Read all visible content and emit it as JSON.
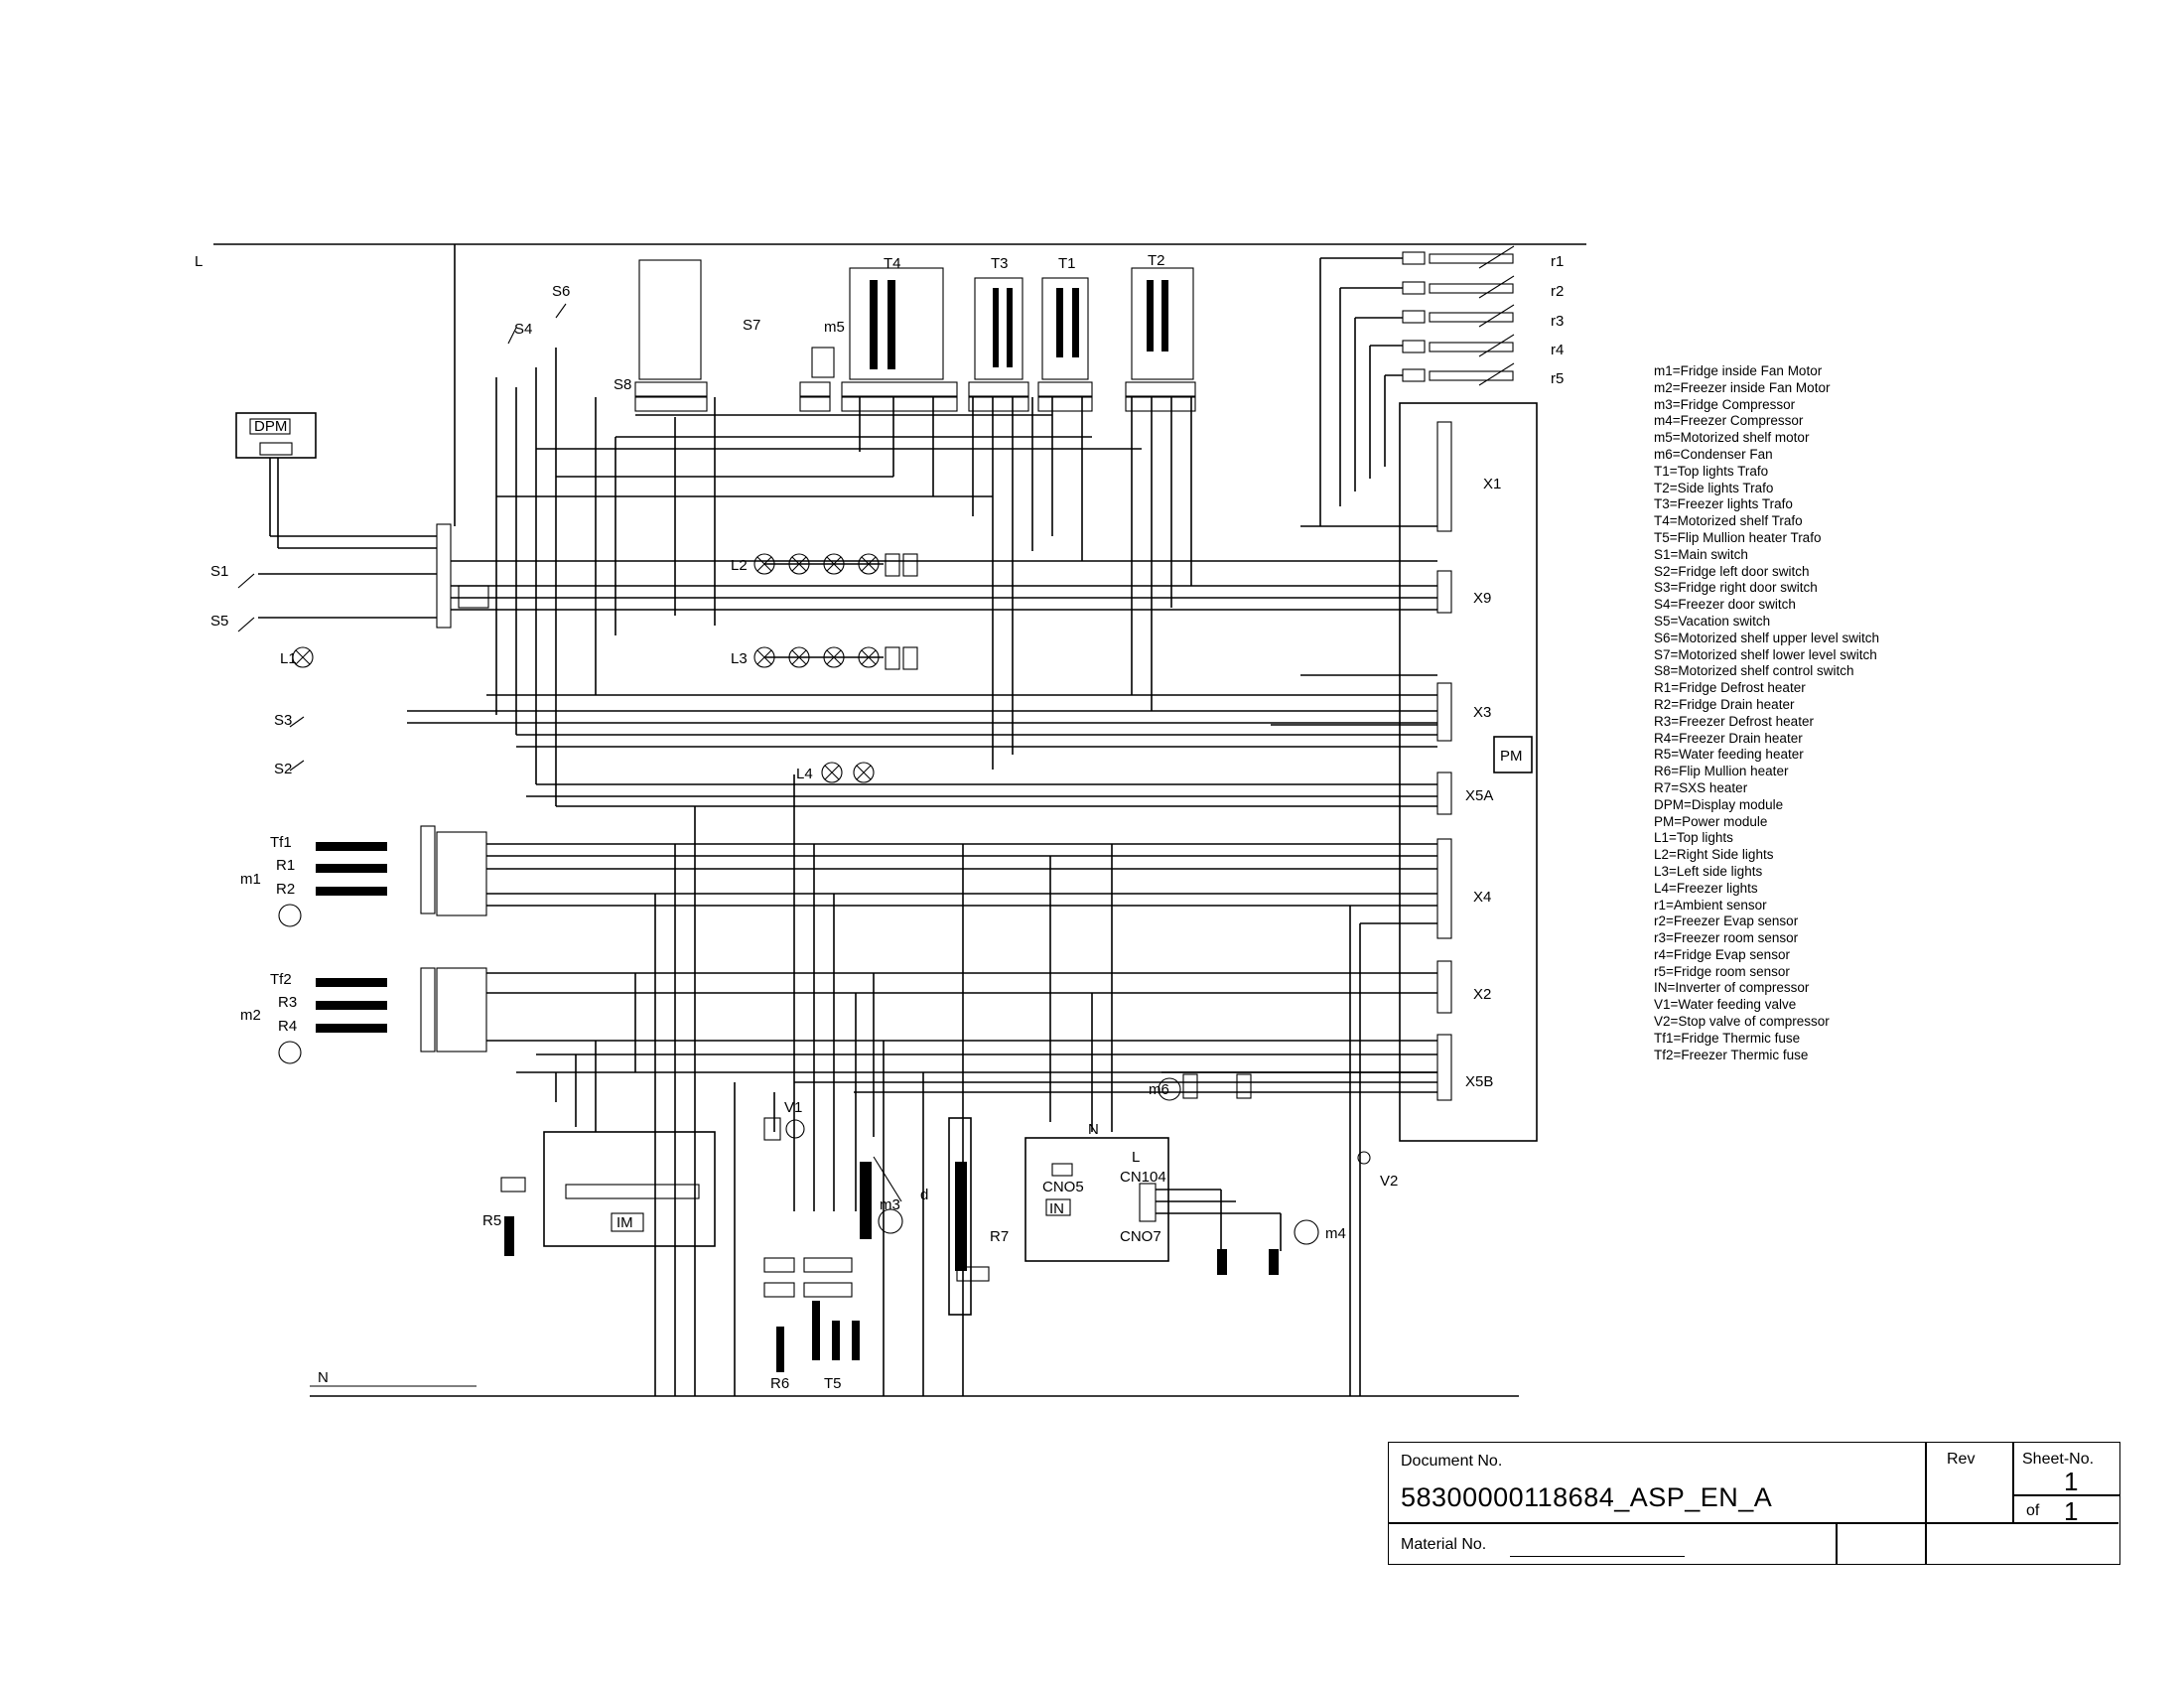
{
  "diagram": {
    "rails": {
      "line": "L",
      "neutral": "N"
    },
    "left_components": {
      "display_module": "DPM",
      "main_switch": "S1",
      "vacation_switch": "S5",
      "top_lights": "L1",
      "right_door_switch": "S3",
      "left_door_switch": "S2",
      "fridge_group": [
        "Tf1",
        "R1",
        "m1",
        "R2"
      ],
      "freezer_group": [
        "Tf2",
        "R3",
        "m2",
        "R4"
      ]
    },
    "top_components": {
      "freezer_door_switch": "S4",
      "shelf_upper_switch": "S6",
      "shelf_control_switch": "S8",
      "shelf_lower_switch": "S7",
      "shelf_motor": "m5",
      "transformers": [
        "T4",
        "T3",
        "T1",
        "T2"
      ]
    },
    "sensors": [
      "r1",
      "r2",
      "r3",
      "r4",
      "r5"
    ],
    "lights": {
      "right": "L2",
      "left": "L3",
      "freezer": "L4"
    },
    "power_module": {
      "label": "PM",
      "connectors": [
        "X1",
        "X9",
        "X3",
        "X5A",
        "X4",
        "X2",
        "X5B"
      ]
    },
    "bottom_components": {
      "water_heater": "R5",
      "water_valve": "V1",
      "interface_module": "IM",
      "flip_heater": "R6",
      "flip_trafo": "T5",
      "fridge_compressor": "m3",
      "compressor_detail": "d",
      "sxs_heater": "R7",
      "inverter": {
        "label": "IN",
        "connector_a": "CNO5",
        "connector_b": "CN104",
        "connector_c": "CNO7",
        "neutral": "N",
        "line": "L"
      },
      "condenser_fan": "m6",
      "freezer_compressor": "m4",
      "stop_valve": "V2"
    }
  },
  "legend": [
    "m1=Fridge inside Fan Motor",
    "m2=Freezer inside Fan Motor",
    "m3=Fridge Compressor",
    "m4=Freezer Compressor",
    "m5=Motorized shelf motor",
    "m6=Condenser Fan",
    "T1=Top lights Trafo",
    "T2=Side lights Trafo",
    "T3=Freezer lights Trafo",
    "T4=Motorized shelf Trafo",
    "T5=Flip Mullion heater Trafo",
    "S1=Main switch",
    "S2=Fridge left door switch",
    "S3=Fridge right door switch",
    "S4=Freezer door switch",
    "S5=Vacation switch",
    "S6=Motorized shelf upper level switch",
    "S7=Motorized shelf lower level switch",
    "S8=Motorized shelf control switch",
    "R1=Fridge Defrost heater",
    "R2=Fridge Drain heater",
    "R3=Freezer Defrost heater",
    "R4=Freezer Drain heater",
    "R5=Water feeding heater",
    "R6=Flip Mullion heater",
    "R7=SXS heater",
    "DPM=Display module",
    "PM=Power module",
    "L1=Top lights",
    "L2=Right Side lights",
    "L3=Left side lights",
    "L4=Freezer lights",
    "r1=Ambient sensor",
    "r2=Freezer Evap sensor",
    "r3=Freezer room sensor",
    "r4=Fridge Evap sensor",
    "r5=Fridge room sensor",
    "IN=Inverter of compressor",
    "V1=Water feeding valve",
    "V2=Stop valve of compressor",
    "Tf1=Fridge Thermic fuse",
    "Tf2=Freezer Thermic fuse"
  ],
  "title_block": {
    "document_no_label": "Document No.",
    "document_no": "58300000118684_ASP_EN_A",
    "rev_label": "Rev",
    "sheet_no_label": "Sheet-No.",
    "sheet_no": "1",
    "of_label": "of",
    "sheet_total": "1",
    "material_no_label": "Material No."
  }
}
